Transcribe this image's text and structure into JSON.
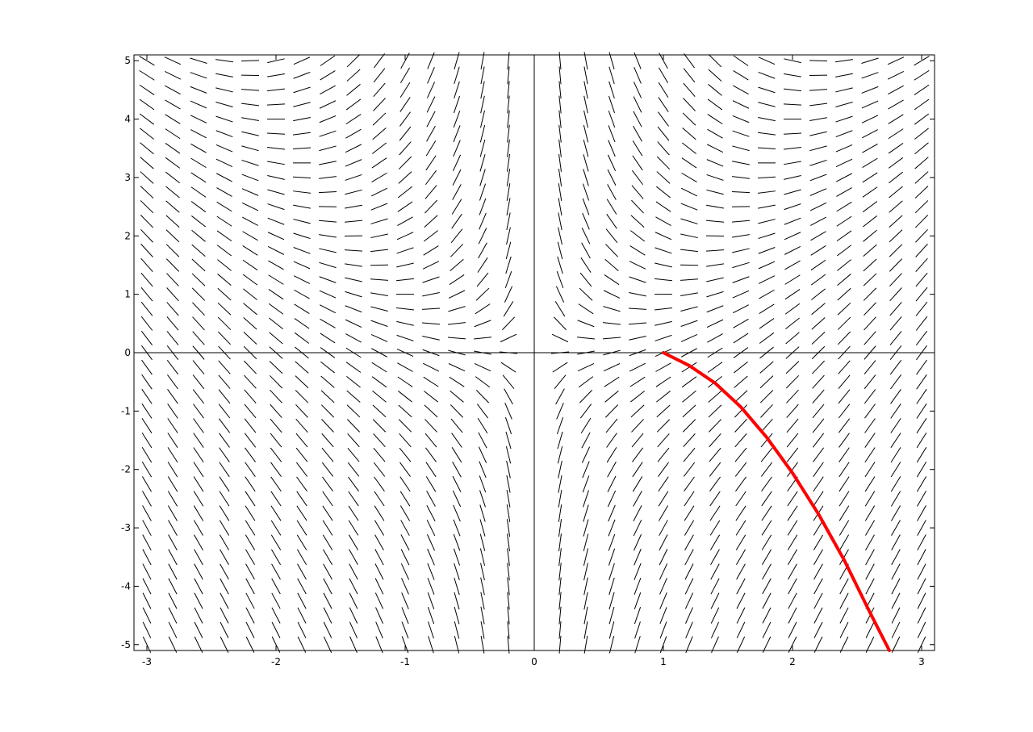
{
  "figure": {
    "background": "#ffffff"
  },
  "chart_data": {
    "type": "line",
    "subtype": "slope-field",
    "title": "",
    "xlabel": "",
    "ylabel": "",
    "xlim": [
      -3.1,
      3.1
    ],
    "ylim": [
      -5.1,
      5.1
    ],
    "x_ticks": [
      -3,
      -2,
      -1,
      0,
      1,
      2,
      3
    ],
    "y_ticks": [
      -5,
      -4,
      -3,
      -2,
      -1,
      0,
      1,
      2,
      3,
      4,
      5
    ],
    "x_tick_labels": [
      "-3",
      "-2",
      "-1",
      "0",
      "1",
      "2",
      "3"
    ],
    "y_tick_labels": [
      "-5",
      "-4",
      "-3",
      "-2",
      "-1",
      "0",
      "1",
      "2",
      "3",
      "4",
      "5"
    ],
    "grid": false,
    "axes_lines_through_origin": true,
    "slope_field": {
      "x_range": [
        -3.0,
        3.0
      ],
      "x_step": 0.2,
      "y_range": [
        -5.0,
        5.0
      ],
      "y_step": 0.25,
      "color": "#000000"
    },
    "series": [
      {
        "color": "#ff0000",
        "x": [
          1.0,
          1.2,
          1.4,
          1.6,
          1.8,
          2.0,
          2.2,
          2.4,
          2.6,
          2.75
        ],
        "y": [
          0.0,
          -0.22,
          -0.52,
          -0.93,
          -1.45,
          -2.06,
          -2.76,
          -3.55,
          -4.45,
          -5.1
        ]
      }
    ]
  }
}
